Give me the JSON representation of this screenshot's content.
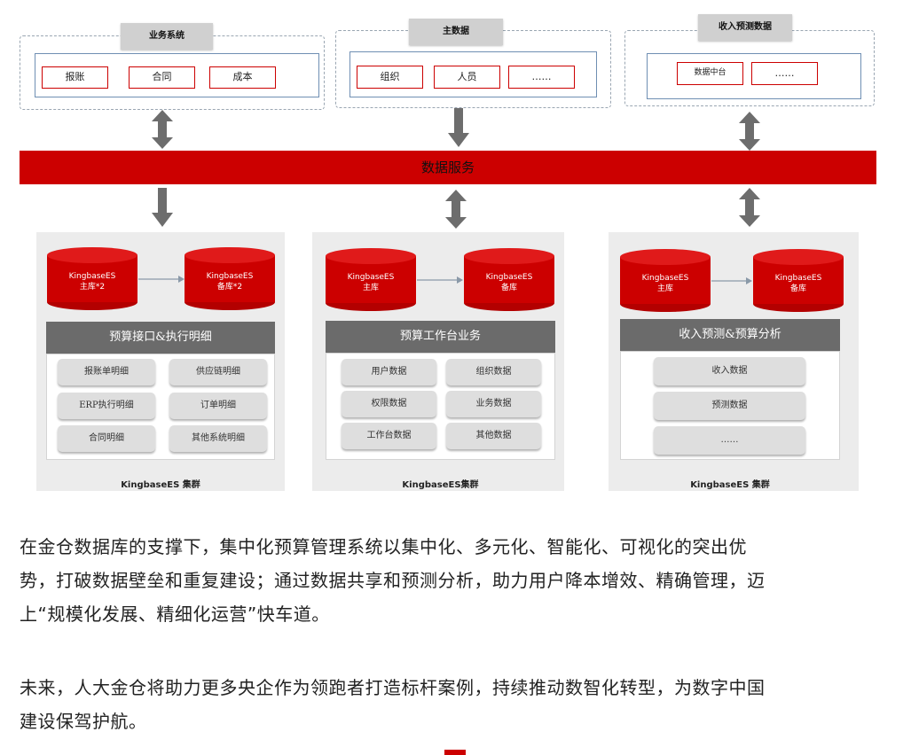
{
  "top_groups": [
    {
      "title": "业务系统",
      "items": [
        "报账",
        "合同",
        "成本"
      ]
    },
    {
      "title": "主数据",
      "items": [
        "组织",
        "人员",
        "……"
      ]
    },
    {
      "title": "收入预测数据",
      "items": [
        "数据中台",
        "……"
      ]
    }
  ],
  "band_label": "数据服务",
  "clusters": [
    {
      "db_primary": {
        "name": "KingbaseES",
        "role": "主库*2"
      },
      "db_backup": {
        "name": "KingbaseES",
        "role": "备库*2"
      },
      "header": "预算接口&执行明细",
      "items": [
        "报账单明细",
        "供应链明细",
        "ERP执行明细",
        "订单明细",
        "合同明细",
        "其他系统明细"
      ],
      "footer": "KingbaseES 集群"
    },
    {
      "db_primary": {
        "name": "KingbaseES",
        "role": "主库"
      },
      "db_backup": {
        "name": "KingbaseES",
        "role": "备库"
      },
      "header": "预算工作台业务",
      "items": [
        "用户数据",
        "组织数据",
        "权限数据",
        "业务数据",
        "工作台数据",
        "其他数据"
      ],
      "footer": "KingbaseES集群"
    },
    {
      "db_primary": {
        "name": "KingbaseES",
        "role": "主库"
      },
      "db_backup": {
        "name": "KingbaseES",
        "role": "备库"
      },
      "header": "收入预测&预算分析",
      "items": [
        "收入数据",
        "预测数据",
        "……"
      ],
      "footer": "KingbaseES 集群"
    }
  ],
  "paragraphs": [
    [
      "在金仓数据库的支撑下，集中化预算管理系统以集中化、多元化、智能化、可视化的突出优",
      "势，打破数据壁垒和重复建设；通过数据共享和预测分析，助力用户降本增效、精确管理，迈",
      "上“规模化发展、精细化运营”快车道。"
    ],
    [
      "未来，人大金仓将助力更多央企作为领跑者打造标杆案例，持续推动数智化转型，为数字中国",
      "建设保驾护航。"
    ]
  ],
  "colors": {
    "accent": "#cc0000",
    "header_gray": "#6b6b6b",
    "pill_gray": "#dedede",
    "arrow_gray": "#6d6d6d"
  }
}
